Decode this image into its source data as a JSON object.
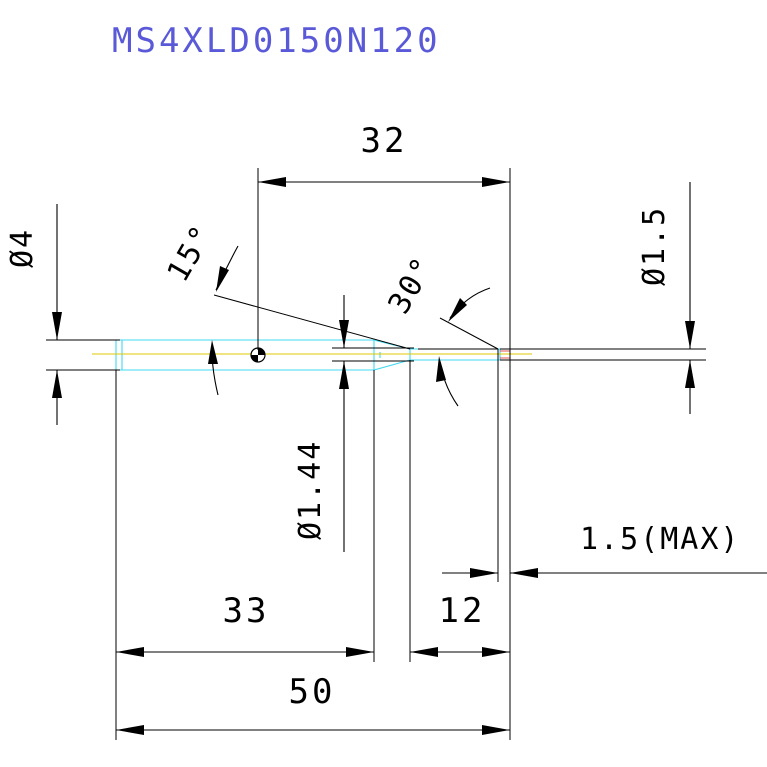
{
  "part_number": "MS4XLD0150N120",
  "dimensions": {
    "total_length": "50",
    "shank_length": "33",
    "flute_length": "12",
    "center_to_tip": "32",
    "shank_diameter": "Ø4",
    "tip_diameter": "Ø1.5",
    "neck_diameter": "Ø1.44",
    "max_offset": "1.5(MAX)",
    "taper_angle": "15°",
    "point_angle": "30°"
  },
  "colors": {
    "title": "#5a5ad8",
    "outline": "#000000",
    "tool_body": "#40d8f0",
    "centerline": "#e0c800",
    "dimension_text": "#000000"
  }
}
